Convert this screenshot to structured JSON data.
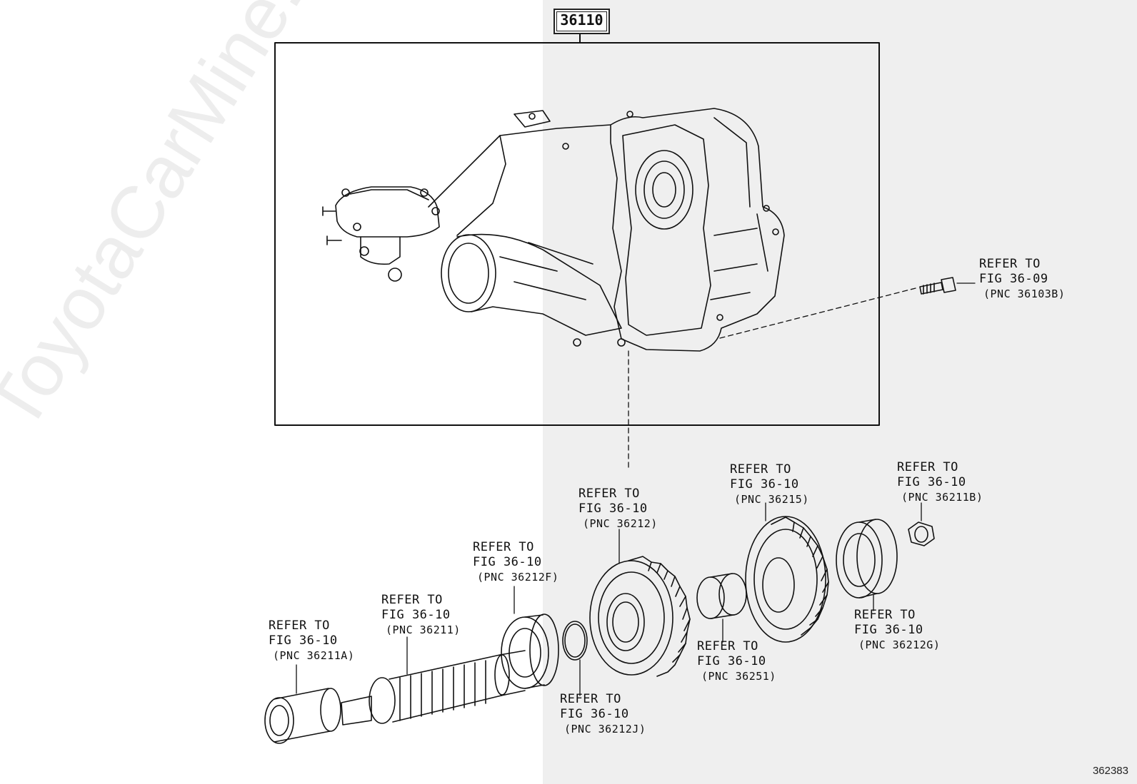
{
  "assembly": {
    "part_number": "36110"
  },
  "watermark": "ToyotaCarMine.ru",
  "figure_number": "362383",
  "callouts": [
    {
      "id": "36103B",
      "line1": "REFER TO",
      "line2": "FIG 36-09",
      "pnc": "(PNC 36103B)"
    },
    {
      "id": "36212",
      "line1": "REFER TO",
      "line2": "FIG 36-10",
      "pnc": "(PNC 36212)"
    },
    {
      "id": "36215",
      "line1": "REFER TO",
      "line2": "FIG 36-10",
      "pnc": "(PNC 36215)"
    },
    {
      "id": "36211B",
      "line1": "REFER TO",
      "line2": "FIG 36-10",
      "pnc": "(PNC 36211B)"
    },
    {
      "id": "36212F",
      "line1": "REFER TO",
      "line2": "FIG 36-10",
      "pnc": "(PNC 36212F)"
    },
    {
      "id": "36211",
      "line1": "REFER TO",
      "line2": "FIG 36-10",
      "pnc": "(PNC 36211)"
    },
    {
      "id": "36211A",
      "line1": "REFER TO",
      "line2": "FIG 36-10",
      "pnc": "(PNC 36211A)"
    },
    {
      "id": "36251",
      "line1": "REFER TO",
      "line2": "FIG 36-10",
      "pnc": "(PNC 36251)"
    },
    {
      "id": "36212J",
      "line1": "REFER TO",
      "line2": "FIG 36-10",
      "pnc": "(PNC 36212J)"
    },
    {
      "id": "36212G",
      "line1": "REFER TO",
      "line2": "FIG 36-10",
      "pnc": "(PNC 36212G)"
    }
  ]
}
